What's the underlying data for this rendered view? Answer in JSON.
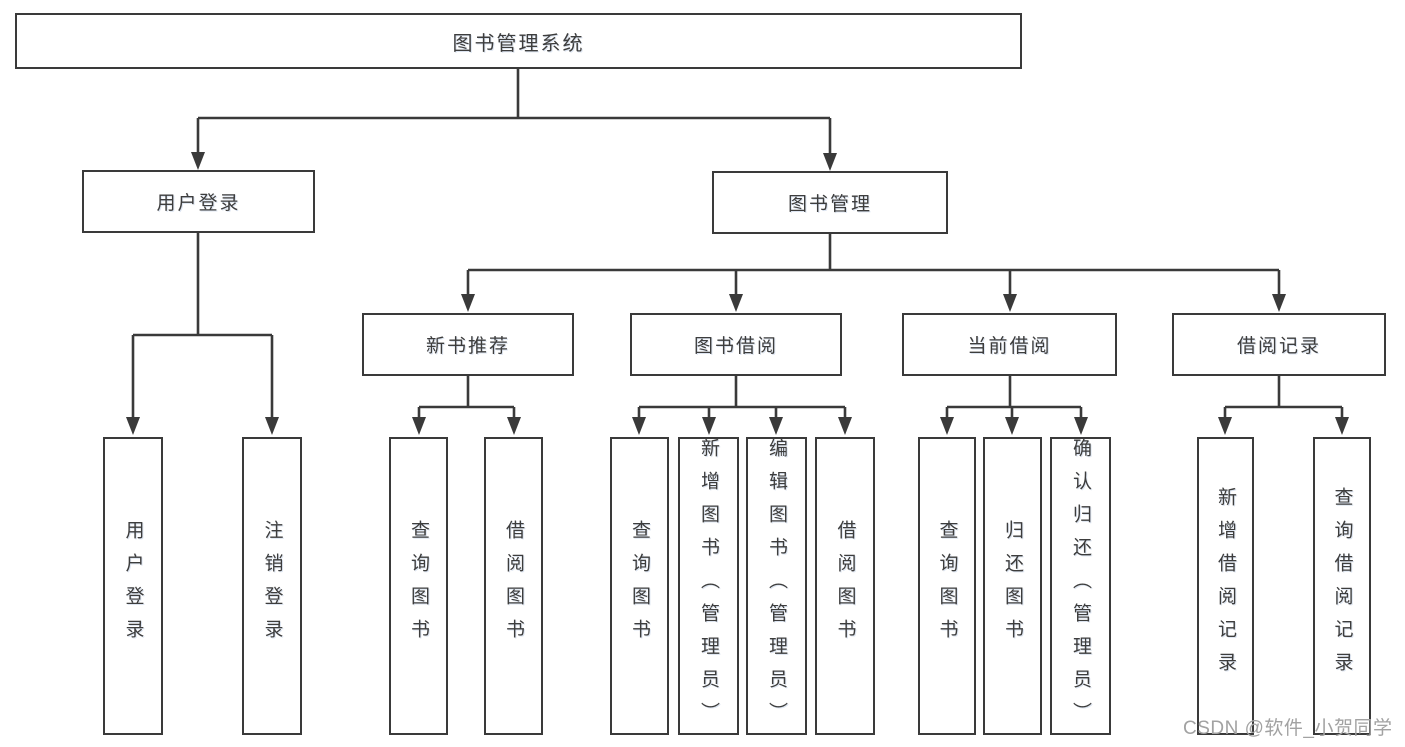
{
  "diagram": {
    "title_node": "图书管理系统",
    "tree": {
      "root": {
        "label": "图书管理系统",
        "children": [
          {
            "label": "用户登录",
            "children": [
              {
                "label": "用户登录"
              },
              {
                "label": "注销登录"
              }
            ]
          },
          {
            "label": "图书管理",
            "children": [
              {
                "label": "新书推荐",
                "children": [
                  {
                    "label": "查询图书"
                  },
                  {
                    "label": "借阅图书"
                  }
                ]
              },
              {
                "label": "图书借阅",
                "children": [
                  {
                    "label": "查询图书"
                  },
                  {
                    "label": "新增图书（管理员）"
                  },
                  {
                    "label": "编辑图书（管理员）"
                  },
                  {
                    "label": "借阅图书"
                  }
                ]
              },
              {
                "label": "当前借阅",
                "children": [
                  {
                    "label": "查询图书"
                  },
                  {
                    "label": "归还图书"
                  },
                  {
                    "label": "确认归还（管理员）"
                  }
                ]
              },
              {
                "label": "借阅记录",
                "children": [
                  {
                    "label": "新增借阅记录"
                  },
                  {
                    "label": "查询借阅记录"
                  }
                ]
              }
            ]
          }
        ]
      }
    },
    "colors": {
      "line": "#3a3a3a",
      "box_border": "#3a3a3a",
      "box_background": "#ffffff",
      "text": "#3d3d3d",
      "page_background": "#ffffff",
      "watermark": "#a2a2a2"
    }
  },
  "watermark": {
    "text": "CSDN @软件_小贺同学"
  }
}
